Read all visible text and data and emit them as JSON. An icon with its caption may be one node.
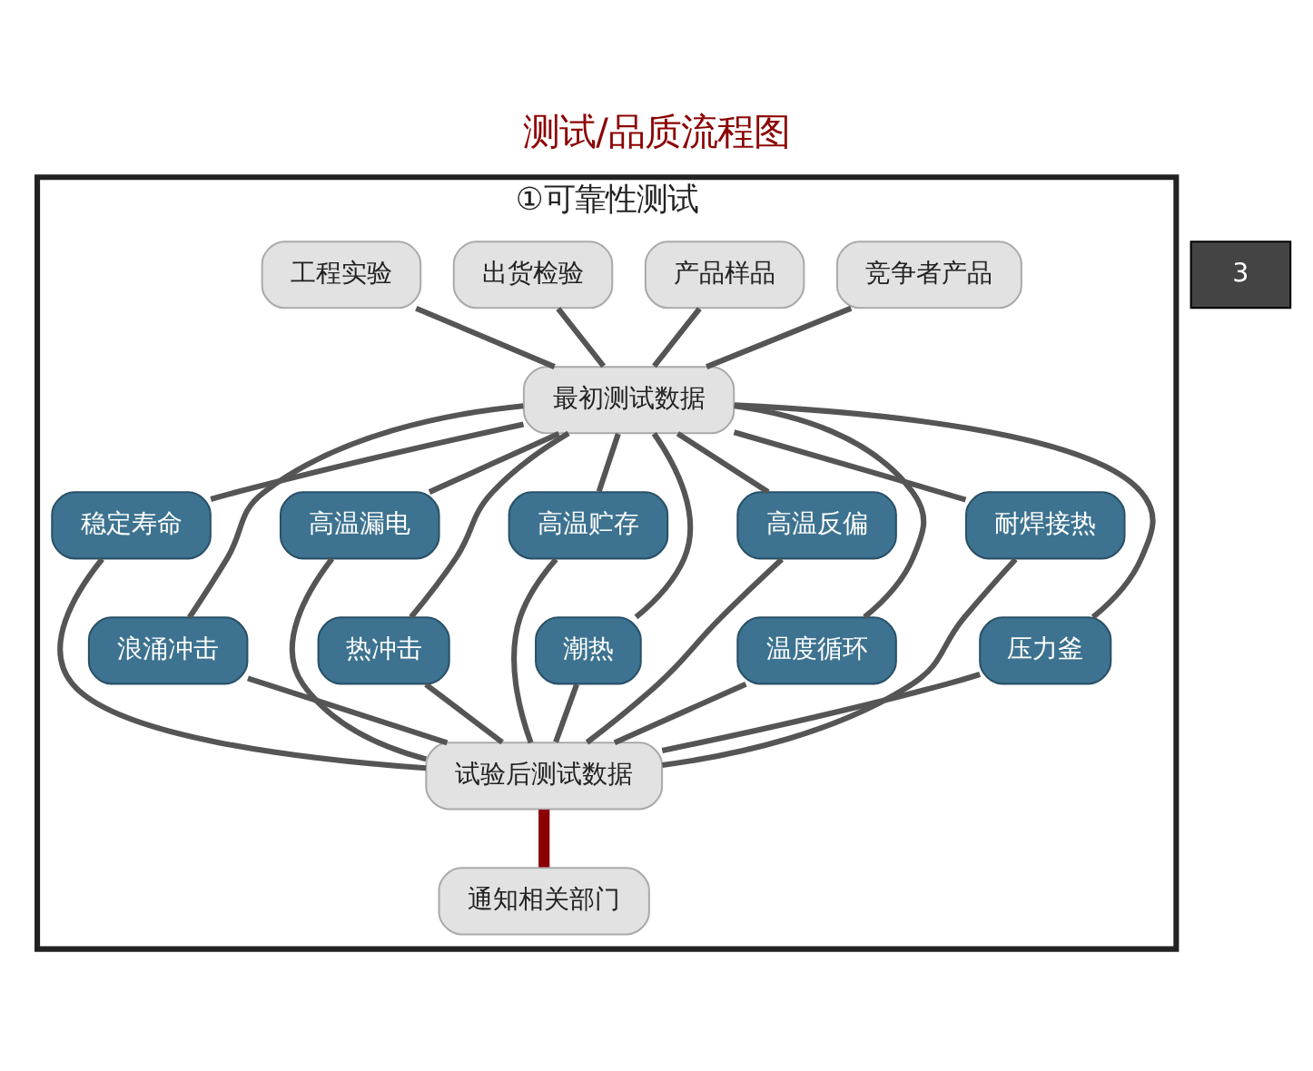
{
  "diagram": {
    "title": "测试/品质流程图",
    "nodes": [
      {
        "text": [
          "①可靠性测试"
        ]
      },
      {
        "text": [
          "工程实验"
        ],
        "in": 0
      },
      {
        "text": [
          "出货检验"
        ],
        "in": 0
      },
      {
        "text": [
          "产品样品"
        ],
        "in": 0
      },
      {
        "text": [
          "竞争者产品"
        ],
        "in": 0
      },
      {
        "text": [
          "最初测试数据"
        ],
        "in": 0
      },
      {
        "text": [
          "稳定寿命"
        ],
        "in": 0
      },
      {
        "text": [
          "高温漏电"
        ],
        "in": 0
      },
      {
        "text": [
          "高温贮存"
        ],
        "in": 0
      },
      {
        "text": [
          "高温反偏"
        ],
        "in": 0
      },
      {
        "text": [
          "耐焊接热"
        ],
        "in": 0
      },
      {
        "text": [
          "浪涌冲击"
        ],
        "in": 0
      },
      {
        "text": [
          "热冲击"
        ],
        "in": 0
      },
      {
        "text": [
          "潮热"
        ],
        "in": 0
      },
      {
        "text": [
          "温度循环"
        ],
        "in": 0
      },
      {
        "text": [
          "压力釜"
        ],
        "in": 0
      },
      {
        "text": [
          "试验后测试数据"
        ],
        "in": 0
      },
      {
        "text": [
          "通知相关部门"
        ],
        "in": 0
      }
    ],
    "edges": [
      {
        "from": 1,
        "to": 5,
        "arrow": "none"
      },
      {
        "from": 2,
        "to": 5,
        "arrow": "none"
      },
      {
        "from": 3,
        "to": 5,
        "arrow": "none"
      },
      {
        "from": 4,
        "to": 5,
        "arrow": "none"
      },
      {
        "from": 5,
        "to": 6,
        "arrow": "none"
      },
      {
        "from": 5,
        "to": 7,
        "arrow": "none"
      },
      {
        "from": 5,
        "to": 8,
        "arrow": "none"
      },
      {
        "from": 5,
        "to": 9,
        "arrow": "none"
      },
      {
        "from": 5,
        "to": 10,
        "arrow": "none"
      },
      {
        "from": 5,
        "to": 11,
        "arrow": "none"
      },
      {
        "from": 5,
        "to": 12,
        "arrow": "none"
      },
      {
        "from": 5,
        "to": 13,
        "arrow": "none"
      },
      {
        "from": 5,
        "to": 14,
        "arrow": "none"
      },
      {
        "from": 5,
        "to": 15,
        "arrow": "none"
      },
      {
        "from": 6,
        "to": 16,
        "arrow": "none"
      },
      {
        "from": 7,
        "to": 16,
        "arrow": "none"
      },
      {
        "from": 8,
        "to": 16,
        "arrow": "none"
      },
      {
        "from": 9,
        "to": 16,
        "arrow": "none"
      },
      {
        "from": 10,
        "to": 16,
        "arrow": "none"
      },
      {
        "from": 11,
        "to": 16,
        "arrow": "none"
      },
      {
        "from": 12,
        "to": 16,
        "arrow": "none"
      },
      {
        "from": 13,
        "to": 16,
        "arrow": "none"
      },
      {
        "from": 14,
        "to": 16,
        "arrow": "none"
      },
      {
        "from": 15,
        "to": 16,
        "arrow": "none"
      },
      {
        "from": 16,
        "to": 17,
        "arrow": "none",
        "style": "thick",
        "color": "#8b0000"
      }
    ],
    "labels": [
      "3"
    ]
  }
}
